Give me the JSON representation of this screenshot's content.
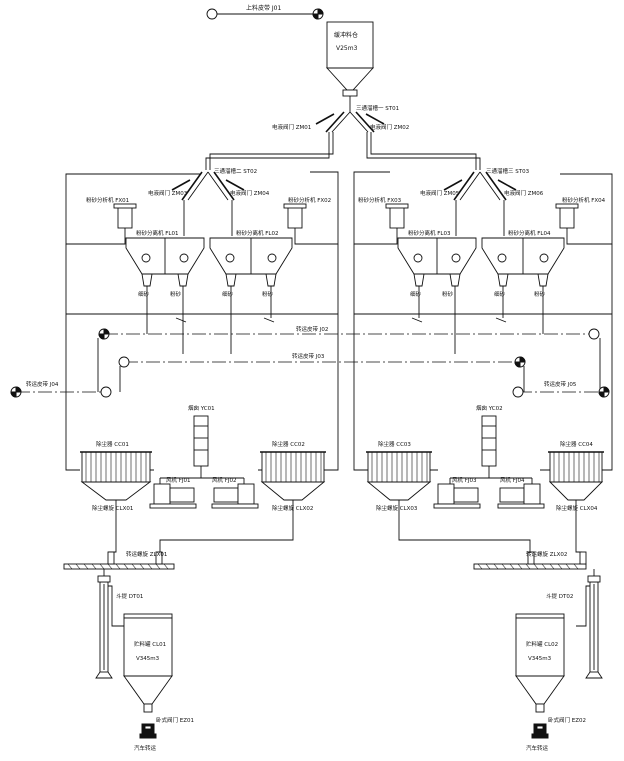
{
  "colors": {
    "line": "#111111",
    "background": "#ffffff"
  },
  "labels": {
    "J01": "上料皮带 J01",
    "buffer_name": "缓冲料仓",
    "buffer_vol": "V25m3",
    "ST01": "三通溜槽一 ST01",
    "ZM01": "电液阀门 ZM01",
    "ZM02": "电液阀门 ZM02",
    "ST02": "三通溜槽二 ST02",
    "ST03": "三通溜槽三 ST03",
    "ZM03": "电液阀门 ZM03",
    "ZM04": "电液阀门 ZM04",
    "ZM05": "电液阀门 ZM05",
    "ZM06": "电液阀门 ZM06",
    "FX01": "粉砂分析机 FX01",
    "FX02": "粉砂分析机 FX02",
    "FX03": "粉砂分析机 FX03",
    "FX04": "粉砂分析机 FX04",
    "FL01": "粉砂分离机 FL01",
    "FL02": "粉砂分离机 FL02",
    "FL03": "粉砂分离机 FL03",
    "FL04": "粉砂分离机 FL04",
    "J02": "转运皮带 J02",
    "J03": "转运皮带 J03",
    "J04": "转运皮带 J04",
    "J05": "转运皮带 J05",
    "YC01": "烟囱 YC01",
    "YC02": "烟囱 YC02",
    "CC01": "除尘器 CC01",
    "CC02": "除尘器 CC02",
    "CC03": "除尘器 CC03",
    "CC04": "除尘器 CC04",
    "FJ01": "风机 FJ01",
    "FJ02": "风机 FJ02",
    "FJ03": "风机 FJ03",
    "FJ04": "风机 FJ04",
    "CLX01": "除尘螺旋 CLX01",
    "CLX02": "除尘螺旋 CLX02",
    "CLX03": "除尘螺旋 CLX03",
    "CLX04": "除尘螺旋 CLX04",
    "ZLX01": "转运螺旋 ZLX01",
    "ZLX02": "转运螺旋 ZLX02",
    "DT01": "斗提 DT01",
    "DT02": "斗提 DT02",
    "CL01": "贮料罐 CL01",
    "CL02": "贮料罐 CL02",
    "tank_vol": "V345m3",
    "EZ01": "卧式阀门 EZ01",
    "EZ02": "卧式阀门 EZ02",
    "truck": "汽车转运",
    "sand": "细砂",
    "powder": "粉砂"
  }
}
